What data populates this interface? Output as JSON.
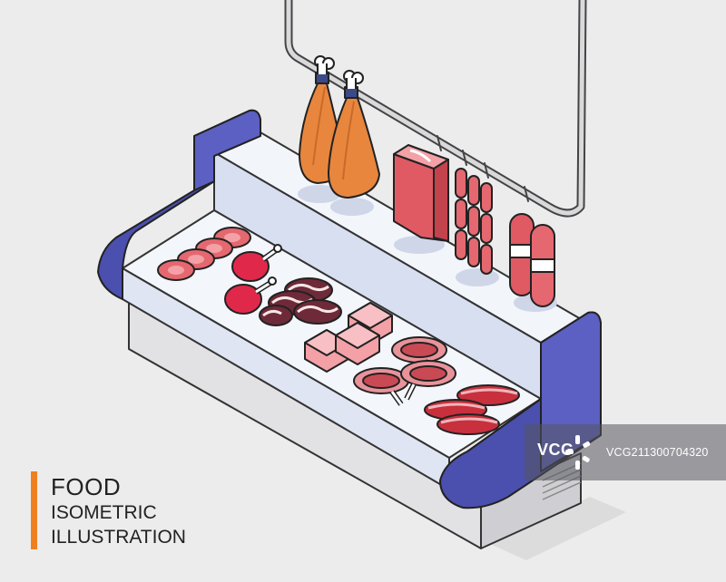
{
  "caption": {
    "title": "FOOD",
    "line2": "ISOMETRIC",
    "line3": "ILLUSTRATION",
    "accent_color": "#f0801e"
  },
  "watermark": {
    "logo": "VCG",
    "id": "VCG211300704320"
  },
  "colors": {
    "background": "#ececec",
    "case_frame": "#4b4fae",
    "case_glass": "#e3e9f4",
    "meat_red": "#e05a63",
    "ham": "#e8863e"
  }
}
